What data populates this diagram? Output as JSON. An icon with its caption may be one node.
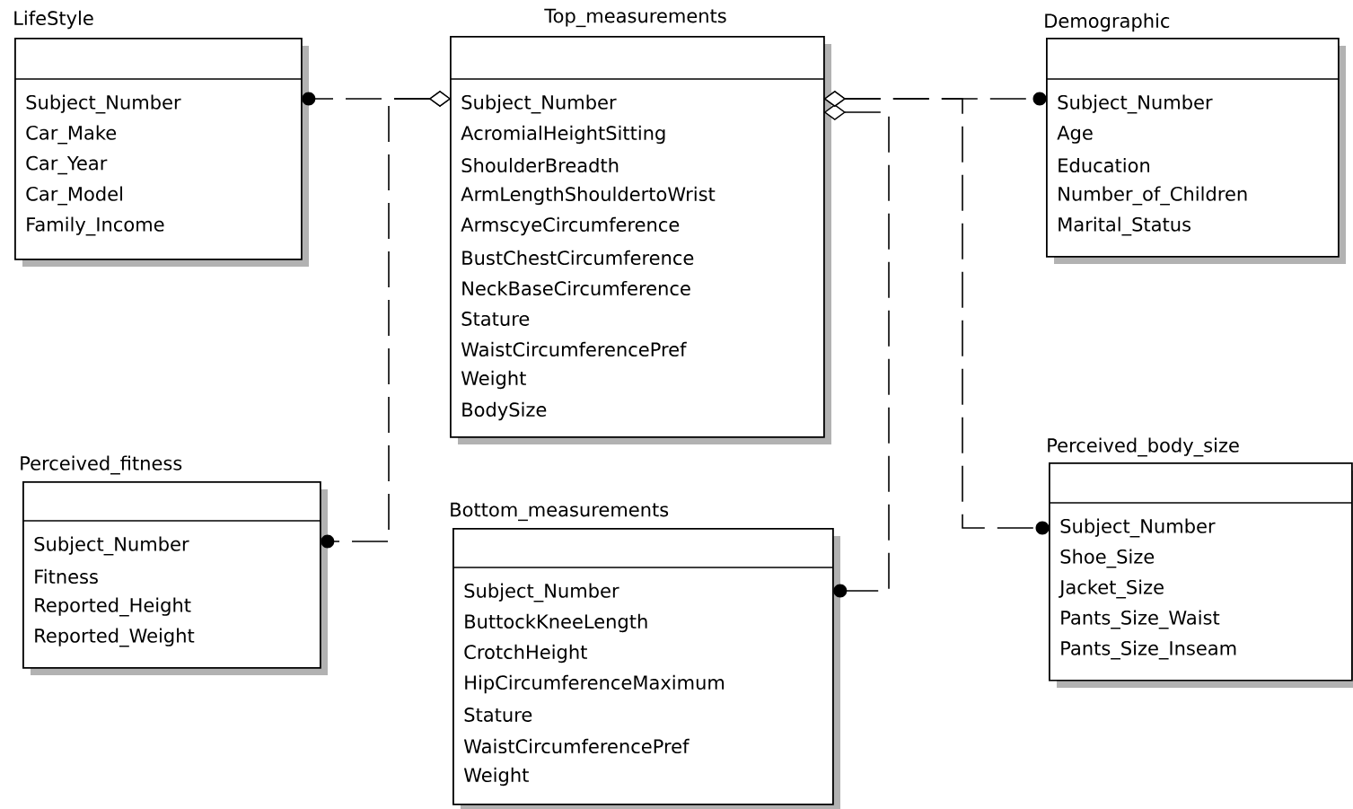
{
  "diagram": {
    "nodes": [
      {
        "text": [
          "LifeStyle",
          "Subject_Number",
          "Car_Make",
          "Car_Year",
          "Car_Model",
          "Family_Income"
        ]
      },
      {
        "text": [
          "Top_measurements",
          "Subject_Number",
          "AcromialHeightSitting",
          "ShoulderBreadth",
          "ArmLengthShouldertoWrist",
          "ArmscyeCircumference",
          "BustChestCircumference",
          "NeckBaseCircumference",
          "Stature",
          "WaistCircumferencePref",
          "Weight",
          "BodySize"
        ]
      },
      {
        "text": [
          "Demographic",
          "Subject_Number",
          "Age",
          "Education",
          "Number_of_Children",
          "Marital_Status"
        ]
      },
      {
        "text": [
          "Perceived_fitness",
          "Subject_Number",
          "Fitness",
          "Reported_Height",
          "Reported_Weight"
        ]
      },
      {
        "text": [
          "Bottom_measurements",
          "Subject_Number",
          "ButtockKneeLength",
          "CrotchHeight",
          "HipCircumferenceMaximum",
          "Stature",
          "WaistCircumferencePref",
          "Weight"
        ]
      },
      {
        "text": [
          "Perceived_body_size",
          "Subject_Number",
          "Shoe_Size",
          "Jacket_Size",
          "Pants_Size_Waist",
          "Pants_Size_Inseam"
        ]
      }
    ],
    "edges": [
      {
        "from": 1,
        "to": 0,
        "arrow": "other",
        "style": "dashed"
      },
      {
        "from": 1,
        "to": 3,
        "arrow": "other",
        "style": "dashed"
      },
      {
        "from": 1,
        "to": 4,
        "arrow": "other",
        "style": "dashed"
      },
      {
        "from": 1,
        "to": 2,
        "arrow": "other",
        "style": "dashed"
      },
      {
        "from": 1,
        "to": 5,
        "arrow": "other",
        "style": "dashed"
      }
    ]
  }
}
